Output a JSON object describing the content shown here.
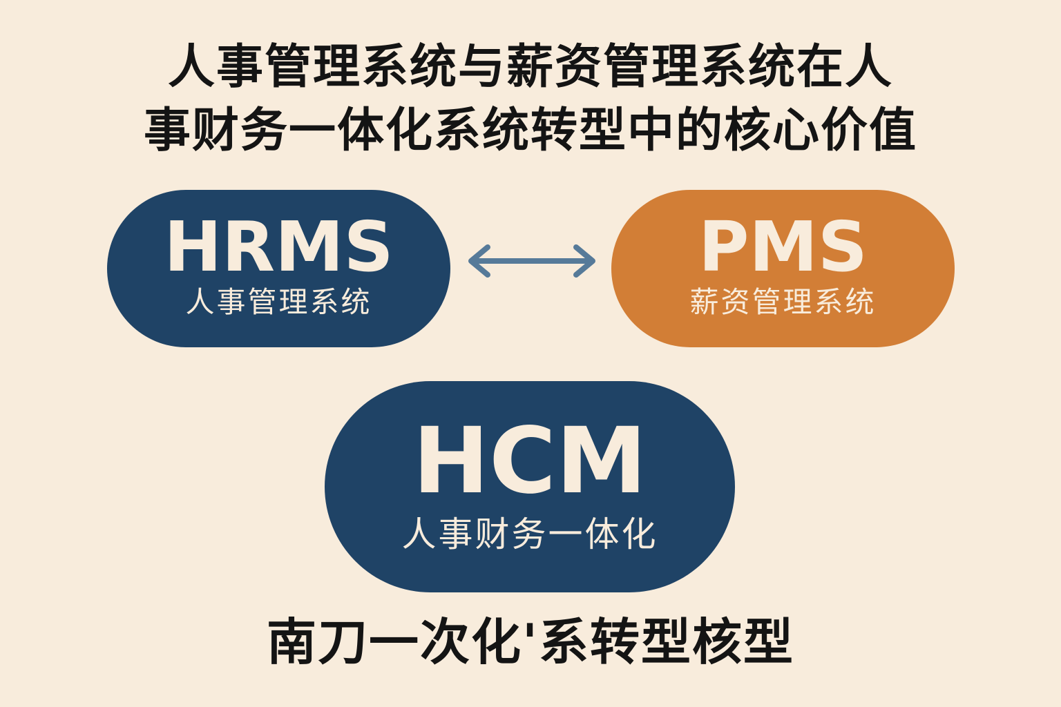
{
  "title": {
    "line1": "人事管理系统与薪资管理系统在人",
    "line2": "事财务一体化系统转型中的核心价值"
  },
  "nodes": {
    "hrms": {
      "abbr": "HRMS",
      "label": "人事管理系统",
      "color": "#1f4366"
    },
    "pms": {
      "abbr": "PMS",
      "label": "薪资管理系统",
      "color": "#d27e36"
    },
    "hcm": {
      "abbr": "HCM",
      "label": "人事财务一体化",
      "color": "#1f4366"
    }
  },
  "connector": {
    "type": "bidirectional-arrow-icon",
    "color": "#567a99"
  },
  "footer": {
    "text": "南刀一次化'系转型核型"
  },
  "colors": {
    "background": "#f8ecdc",
    "text_dark": "#141414",
    "text_light": "#f8ecdc"
  }
}
